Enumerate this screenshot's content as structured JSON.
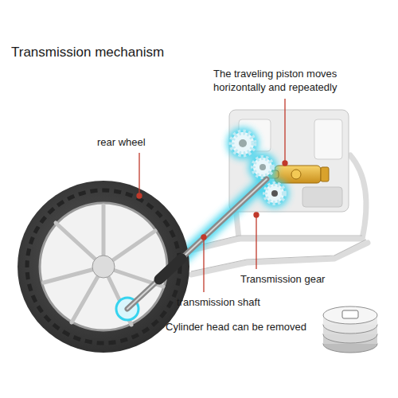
{
  "diagram": {
    "title": "Transmission mechanism",
    "labels": [
      "rear wheel",
      "The traveling piston moves horizontally and repeatedly",
      "Transmission gear",
      "transmission shaft",
      "Cylinder head can be removed"
    ]
  }
}
